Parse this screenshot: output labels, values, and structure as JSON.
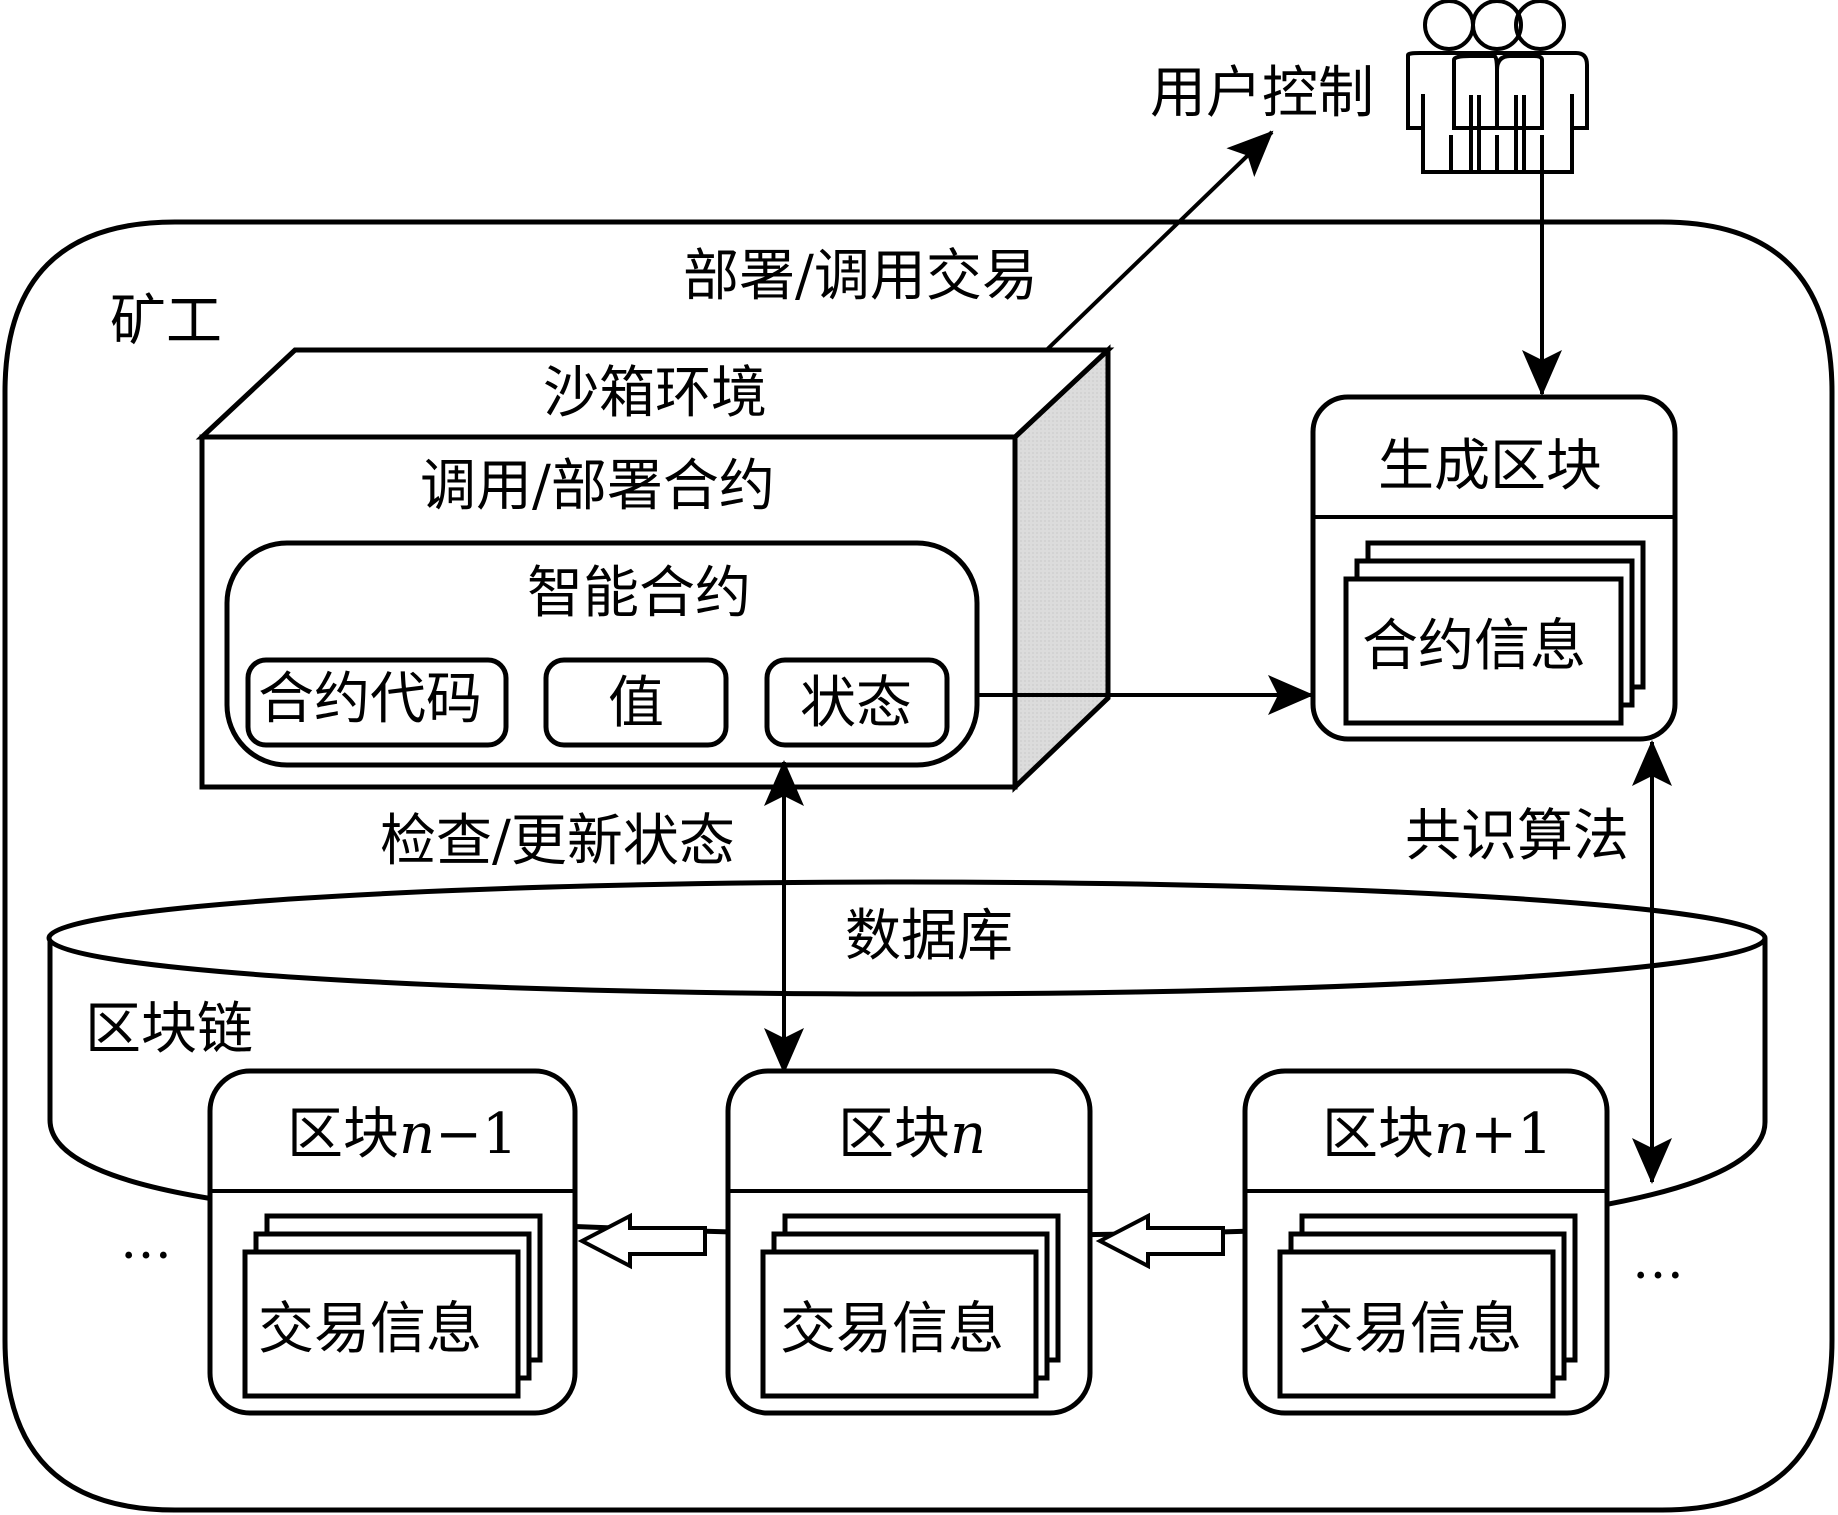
{
  "diagram": {
    "colors": {
      "stroke": "#000000",
      "background": "#ffffff",
      "shade": "#d9d9d9"
    },
    "user": {
      "icon": "users-group-icon",
      "label": "用户控制"
    },
    "miner": {
      "label": "矿工"
    },
    "edges": {
      "deploy_invoke_tx": "部署/调用交易",
      "check_update_state": "检查/更新状态",
      "consensus": "共识算法"
    },
    "sandbox": {
      "title": "沙箱环境",
      "subtitle": "调用/部署合约",
      "smart_contract": {
        "title": "智能合约",
        "parts": [
          "合约代码",
          "值",
          "状态"
        ]
      }
    },
    "generate_block": {
      "title": "生成区块",
      "content": "合约信息"
    },
    "database": {
      "label": "数据库",
      "chain_label": "区块链",
      "ellipsis": "…",
      "blocks": [
        {
          "prefix": "区块",
          "var": "n",
          "suffix": "−1",
          "content": "交易信息"
        },
        {
          "prefix": "区块",
          "var": "n",
          "suffix": "",
          "content": "交易信息"
        },
        {
          "prefix": "区块",
          "var": "n",
          "suffix": "+1",
          "content": "交易信息"
        }
      ]
    }
  }
}
